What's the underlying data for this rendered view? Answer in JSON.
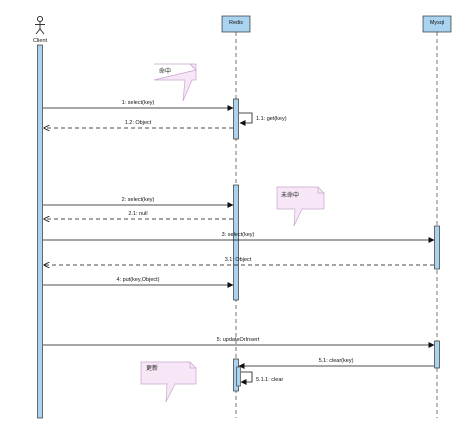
{
  "participants": {
    "client": {
      "label": "Client"
    },
    "redis": {
      "label": "Redis"
    },
    "mysql": {
      "label": "Mysql"
    }
  },
  "messages": [
    {
      "id": "m1",
      "label": "1: select(key)"
    },
    {
      "id": "m11",
      "label": "1.1: get(key)"
    },
    {
      "id": "m12",
      "label": "1.2: Object"
    },
    {
      "id": "m2",
      "label": "2: select(key)"
    },
    {
      "id": "m21",
      "label": "2.1: null"
    },
    {
      "id": "m3",
      "label": "3: select(key)"
    },
    {
      "id": "m31",
      "label": "3.1: Object"
    },
    {
      "id": "m4",
      "label": "4: put(key,Object)"
    },
    {
      "id": "m5",
      "label": "5: updateOrInsert"
    },
    {
      "id": "m51",
      "label": "5.1: clear(key)"
    },
    {
      "id": "m511",
      "label": "5.1.1: clear"
    }
  ],
  "notes": [
    {
      "id": "n1",
      "text": "命中"
    },
    {
      "id": "n2",
      "text": "未命中"
    },
    {
      "id": "n3",
      "text": "更新"
    }
  ],
  "colors": {
    "header_fill": "#a9d3ee",
    "activation_fill": "#a9d3ee",
    "stroke": "#333333",
    "note_fill": "#f6e6f6",
    "note_stroke": "#c7a6cf"
  }
}
